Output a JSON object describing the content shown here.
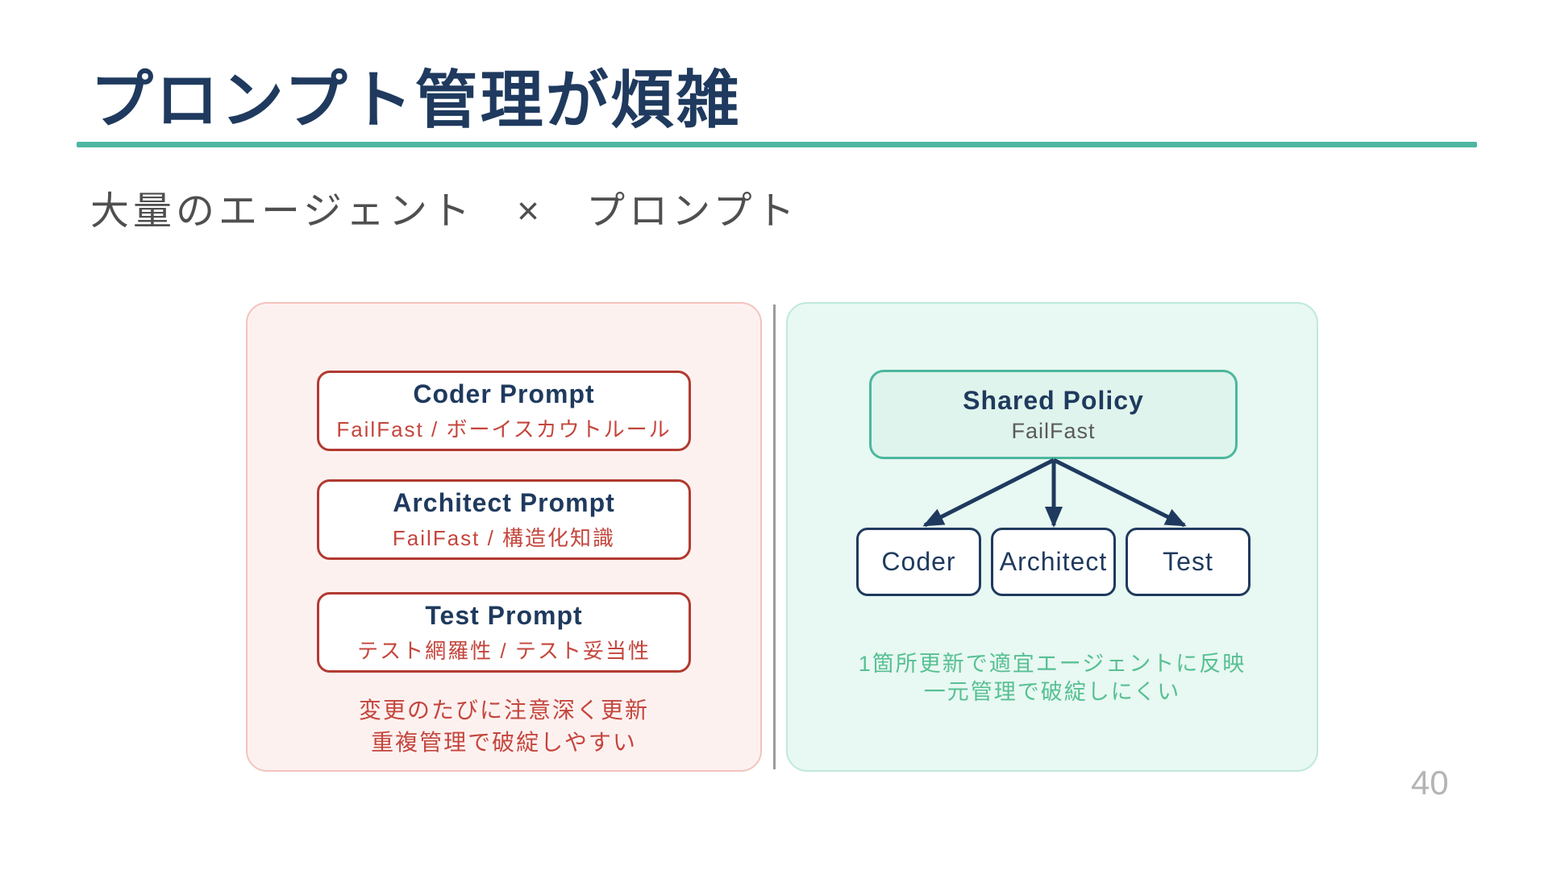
{
  "slide": {
    "title": "プロンプト管理が煩雑",
    "subtitle": "大量のエージェント　×　プロンプト",
    "page_number": "40"
  },
  "colors": {
    "navy": "#1f3a5e",
    "teal_accent": "#4db6a2",
    "red_border": "#b23a31",
    "red_text": "#c4463d",
    "pink_panel_bg": "#fdf1f0",
    "pink_panel_border": "#f4c3bd",
    "mint_panel_bg": "#e8f8f2",
    "shared_policy_bg": "#dff4ec",
    "shared_policy_border": "#4cb79e",
    "green_text": "#57c093",
    "subtitle_gray": "#4f4f4f",
    "page_number_gray": "#b4b4b4"
  },
  "left_panel": {
    "cards": [
      {
        "title": "Coder Prompt",
        "subtitle": "FailFast / ボーイスカウトルール"
      },
      {
        "title": "Architect Prompt",
        "subtitle": "FailFast / 構造化知識"
      },
      {
        "title": "Test Prompt",
        "subtitle": "テスト網羅性 / テスト妥当性"
      }
    ],
    "caption_line1": "変更のたびに注意深く更新",
    "caption_line2": "重複管理で破綻しやすい"
  },
  "right_panel": {
    "shared_policy": {
      "title": "Shared Policy",
      "subtitle": "FailFast"
    },
    "agents": [
      {
        "label": "Coder"
      },
      {
        "label": "Architect"
      },
      {
        "label": "Test"
      }
    ],
    "caption_line1": "1箇所更新で適宜エージェントに反映",
    "caption_line2": "一元管理で破綻しにくい"
  }
}
